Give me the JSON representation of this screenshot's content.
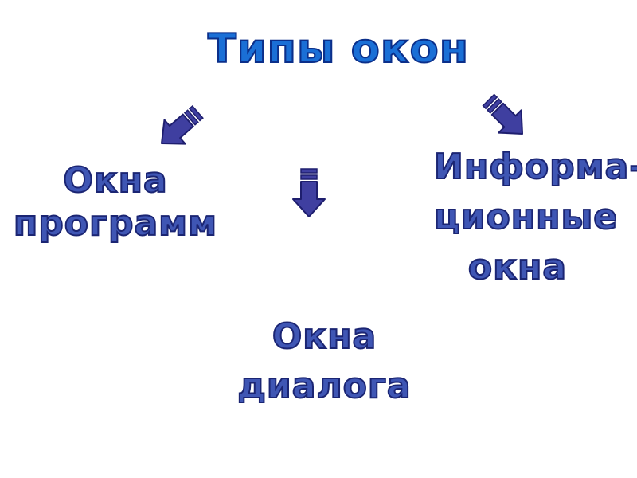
{
  "title": "Типы окон",
  "nodes": {
    "programs": "Окна\nпрограмм",
    "dialogs": "Окна\nдиалога",
    "info": "Информа-\nционные\nокна"
  },
  "colors": {
    "title_fill": "#1a6fd6",
    "title_outline": "#0b2f8a",
    "node_fill": "#3f56b4",
    "node_outline": "#1b2573",
    "arrow_fill": "#3f3fa0",
    "arrow_outline": "#1e1e6e"
  }
}
